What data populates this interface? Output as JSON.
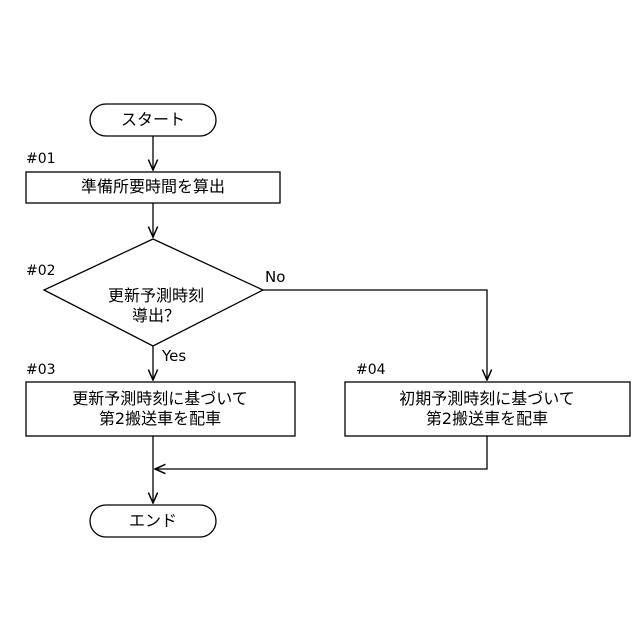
{
  "nodes": {
    "start": {
      "label": "スタート"
    },
    "step01": {
      "id": "#01",
      "label": "準備所要時間を算出"
    },
    "step02": {
      "id": "#02",
      "line1": "更新予測時刻",
      "line2": "導出？"
    },
    "step03": {
      "id": "#03",
      "line1": "更新予測時刻に基づいて",
      "line2": "第2搬送車を配車"
    },
    "step04": {
      "id": "#04",
      "line1": "初期予測時刻に基づいて",
      "line2": "第2搬送車を配車"
    },
    "end": {
      "label": "エンド"
    }
  },
  "edges": {
    "yes_label": "Yes",
    "no_label": "No"
  }
}
